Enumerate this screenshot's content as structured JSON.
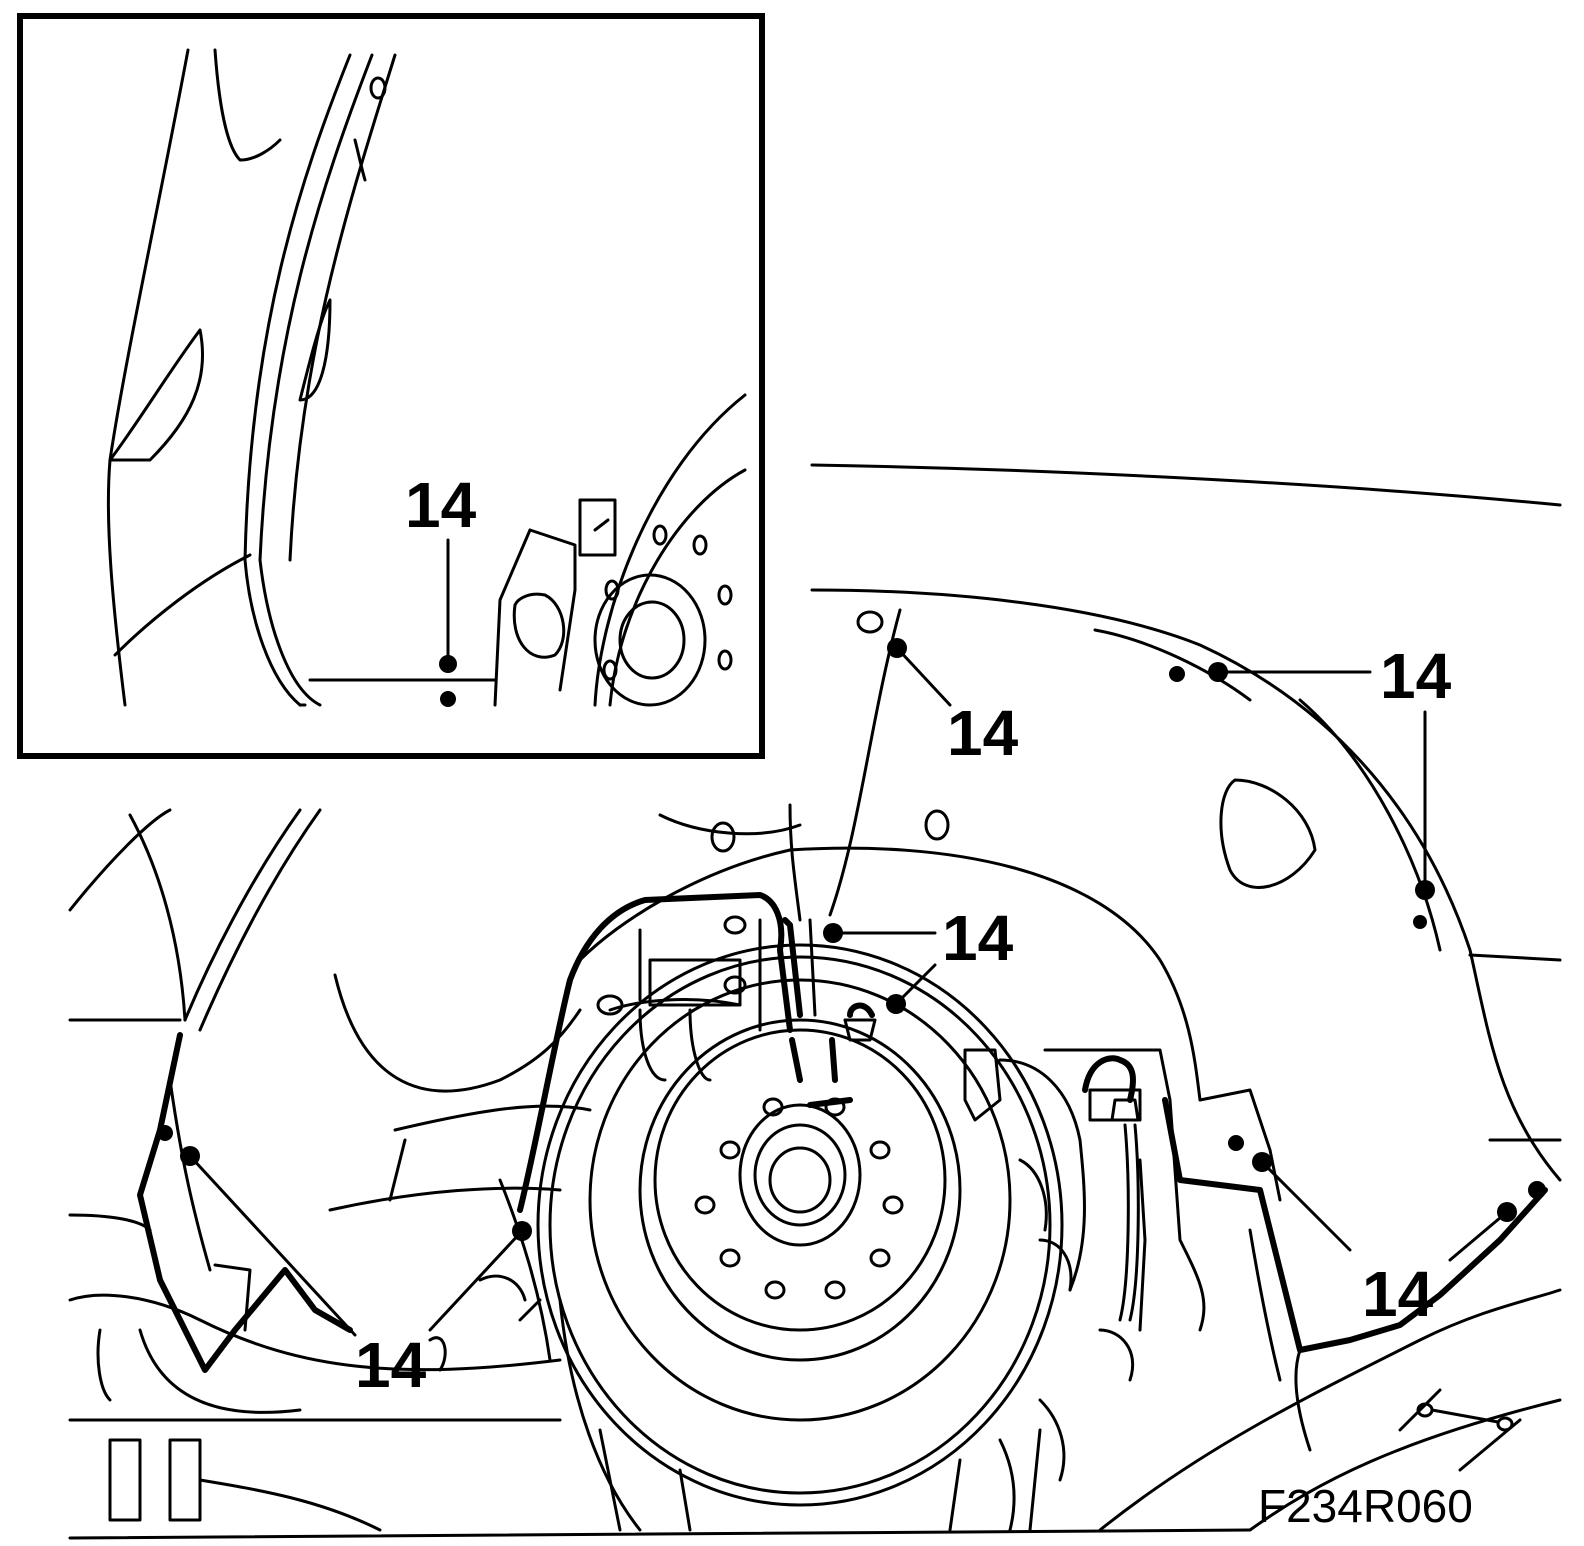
{
  "figure_id": "F234R060",
  "callout_label": "14",
  "callouts": [
    {
      "label": "14"
    },
    {
      "label": "14"
    },
    {
      "label": "14"
    },
    {
      "label": "14"
    },
    {
      "label": "14"
    },
    {
      "label": "14"
    },
    {
      "label": "14"
    }
  ]
}
